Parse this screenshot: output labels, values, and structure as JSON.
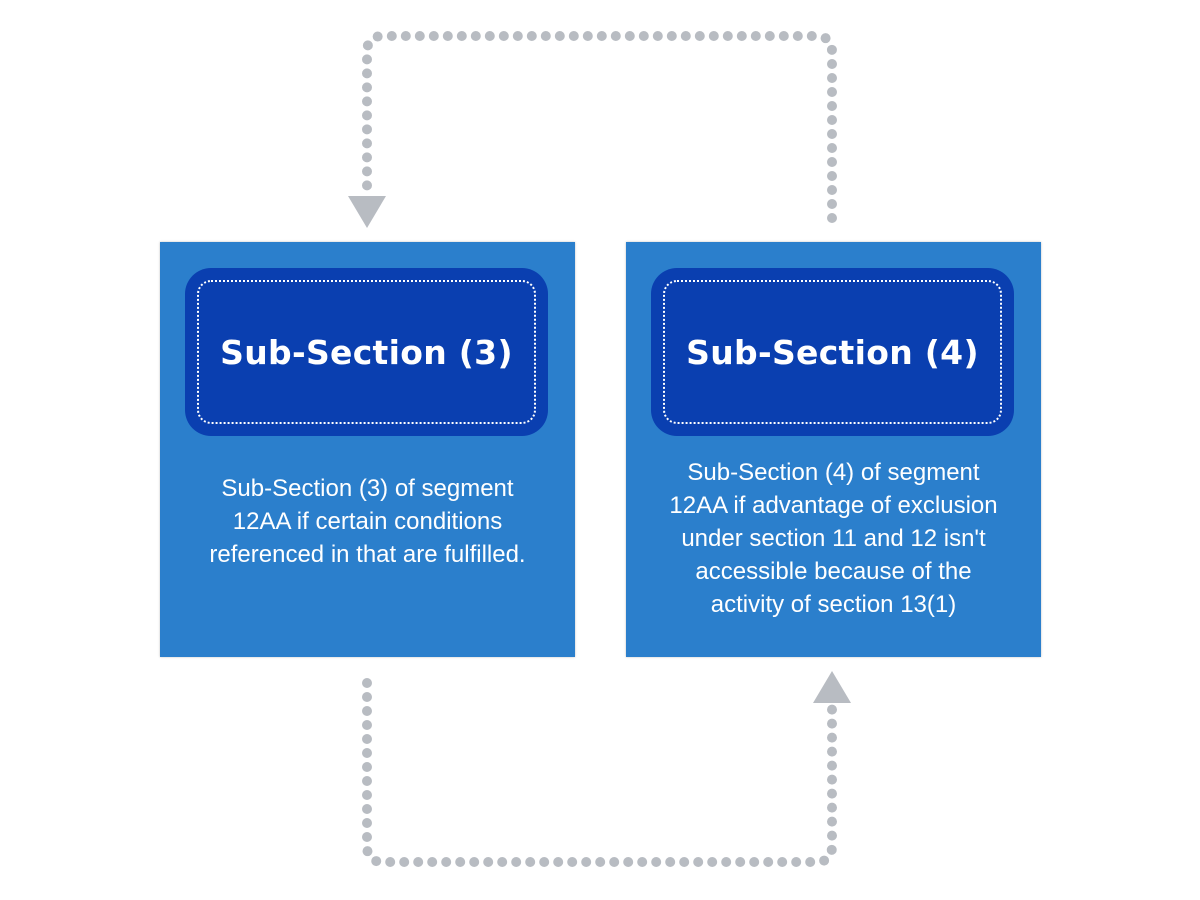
{
  "colors": {
    "card_bg": "#2b7fcc",
    "title_bg": "#0a3fb0",
    "connector": "#b8bcc2",
    "text": "#ffffff"
  },
  "boxes": [
    {
      "title": "Sub-Section (3)",
      "description": "Sub-Section (3) of segment 12AA if certain conditions referenced in that are fulfilled."
    },
    {
      "title": "Sub-Section (4)",
      "description": "Sub-Section (4) of segment 12AA if advantage of exclusion under section 11 and 12 isn't accessible because of the activity of section 13(1)"
    }
  ],
  "connectors": [
    {
      "from": "Sub-Section (4)",
      "to": "Sub-Section (3)",
      "route": "over the top",
      "style": "dotted",
      "arrow_icon": "triangle-down-icon"
    },
    {
      "from": "Sub-Section (3)",
      "to": "Sub-Section (4)",
      "route": "under the bottom",
      "style": "dotted",
      "arrow_icon": "triangle-up-icon"
    }
  ]
}
